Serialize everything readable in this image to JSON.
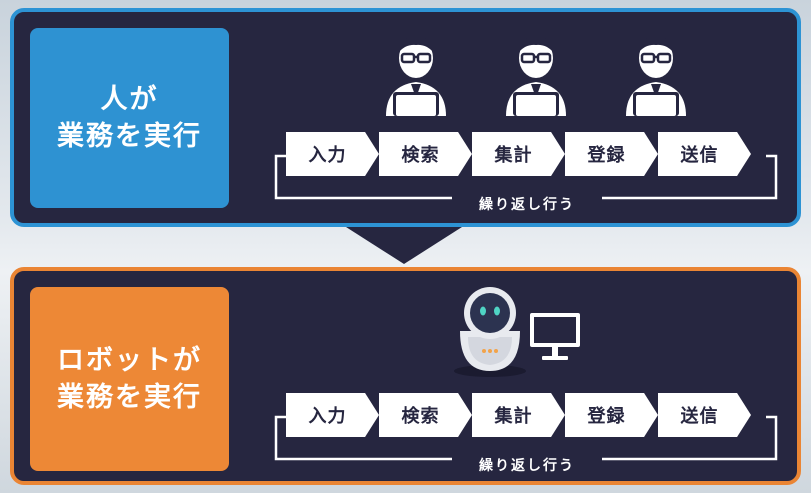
{
  "human_panel": {
    "title_line1": "人が",
    "title_line2": "業務を実行",
    "steps": [
      "入力",
      "検索",
      "集計",
      "登録",
      "送信"
    ],
    "loop_label": "繰り返し行う"
  },
  "robot_panel": {
    "title_line1": "ロボットが",
    "title_line2": "業務を実行",
    "steps": [
      "入力",
      "検索",
      "集計",
      "登録",
      "送信"
    ],
    "loop_label": "繰り返し行う"
  },
  "colors": {
    "panel_bg": "#262640",
    "human_accent": "#2e92d2",
    "robot_accent": "#ed8836"
  },
  "icons": {
    "human": "person-with-laptop-icon",
    "robot": "robot-icon",
    "monitor": "monitor-icon"
  }
}
